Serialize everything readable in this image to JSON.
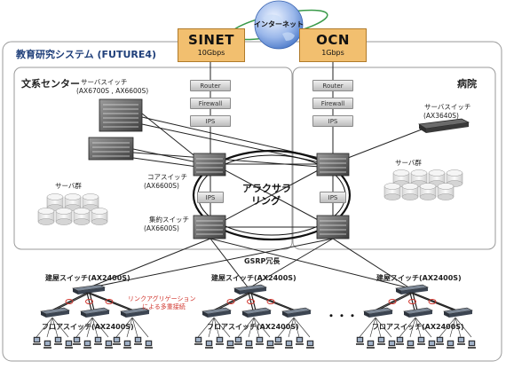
{
  "internet_label": "インターネット",
  "system_title": "教育研究システム (FUTURE4)",
  "sites": {
    "left": "文系センター",
    "right": "病院"
  },
  "isps": [
    {
      "name": "SINET",
      "speed": "10Gbps"
    },
    {
      "name": "OCN",
      "speed": "1Gbps"
    }
  ],
  "chain_devices": {
    "router": "Router",
    "firewall": "Firewall",
    "ips": "IPS"
  },
  "server_switch_left": {
    "title": "サーバスイッチ",
    "model": "(AX6700S , AX6600S)"
  },
  "server_switch_right": {
    "title": "サーバスイッチ",
    "model": "(AX3640S)"
  },
  "server_group_label": "サーバ群",
  "core_switch": {
    "title": "コアスイッチ",
    "model": "(AX6600S)"
  },
  "aggregate_switch": {
    "title": "集約スイッチ",
    "model": "(AX6600S)"
  },
  "ring_label": [
    "アラクサラ",
    "リング"
  ],
  "gsrp_label": "GSRP冗長",
  "building_switch_label": "建屋スイッチ(AX2400S)",
  "floor_switch_label": "フロアスイッチ(AX2400S)",
  "link_aggregation_label": [
    "リンクアグリゲーション",
    "による多重接続"
  ],
  "ellipsis": "・・・",
  "colors": {
    "isp_box": "#f2bf6f",
    "system_title": "#1f3f7a",
    "ring": "#111111",
    "lag_text": "#d0342c",
    "globe": "#4b79c8",
    "orbit": "#3a9a4a"
  }
}
